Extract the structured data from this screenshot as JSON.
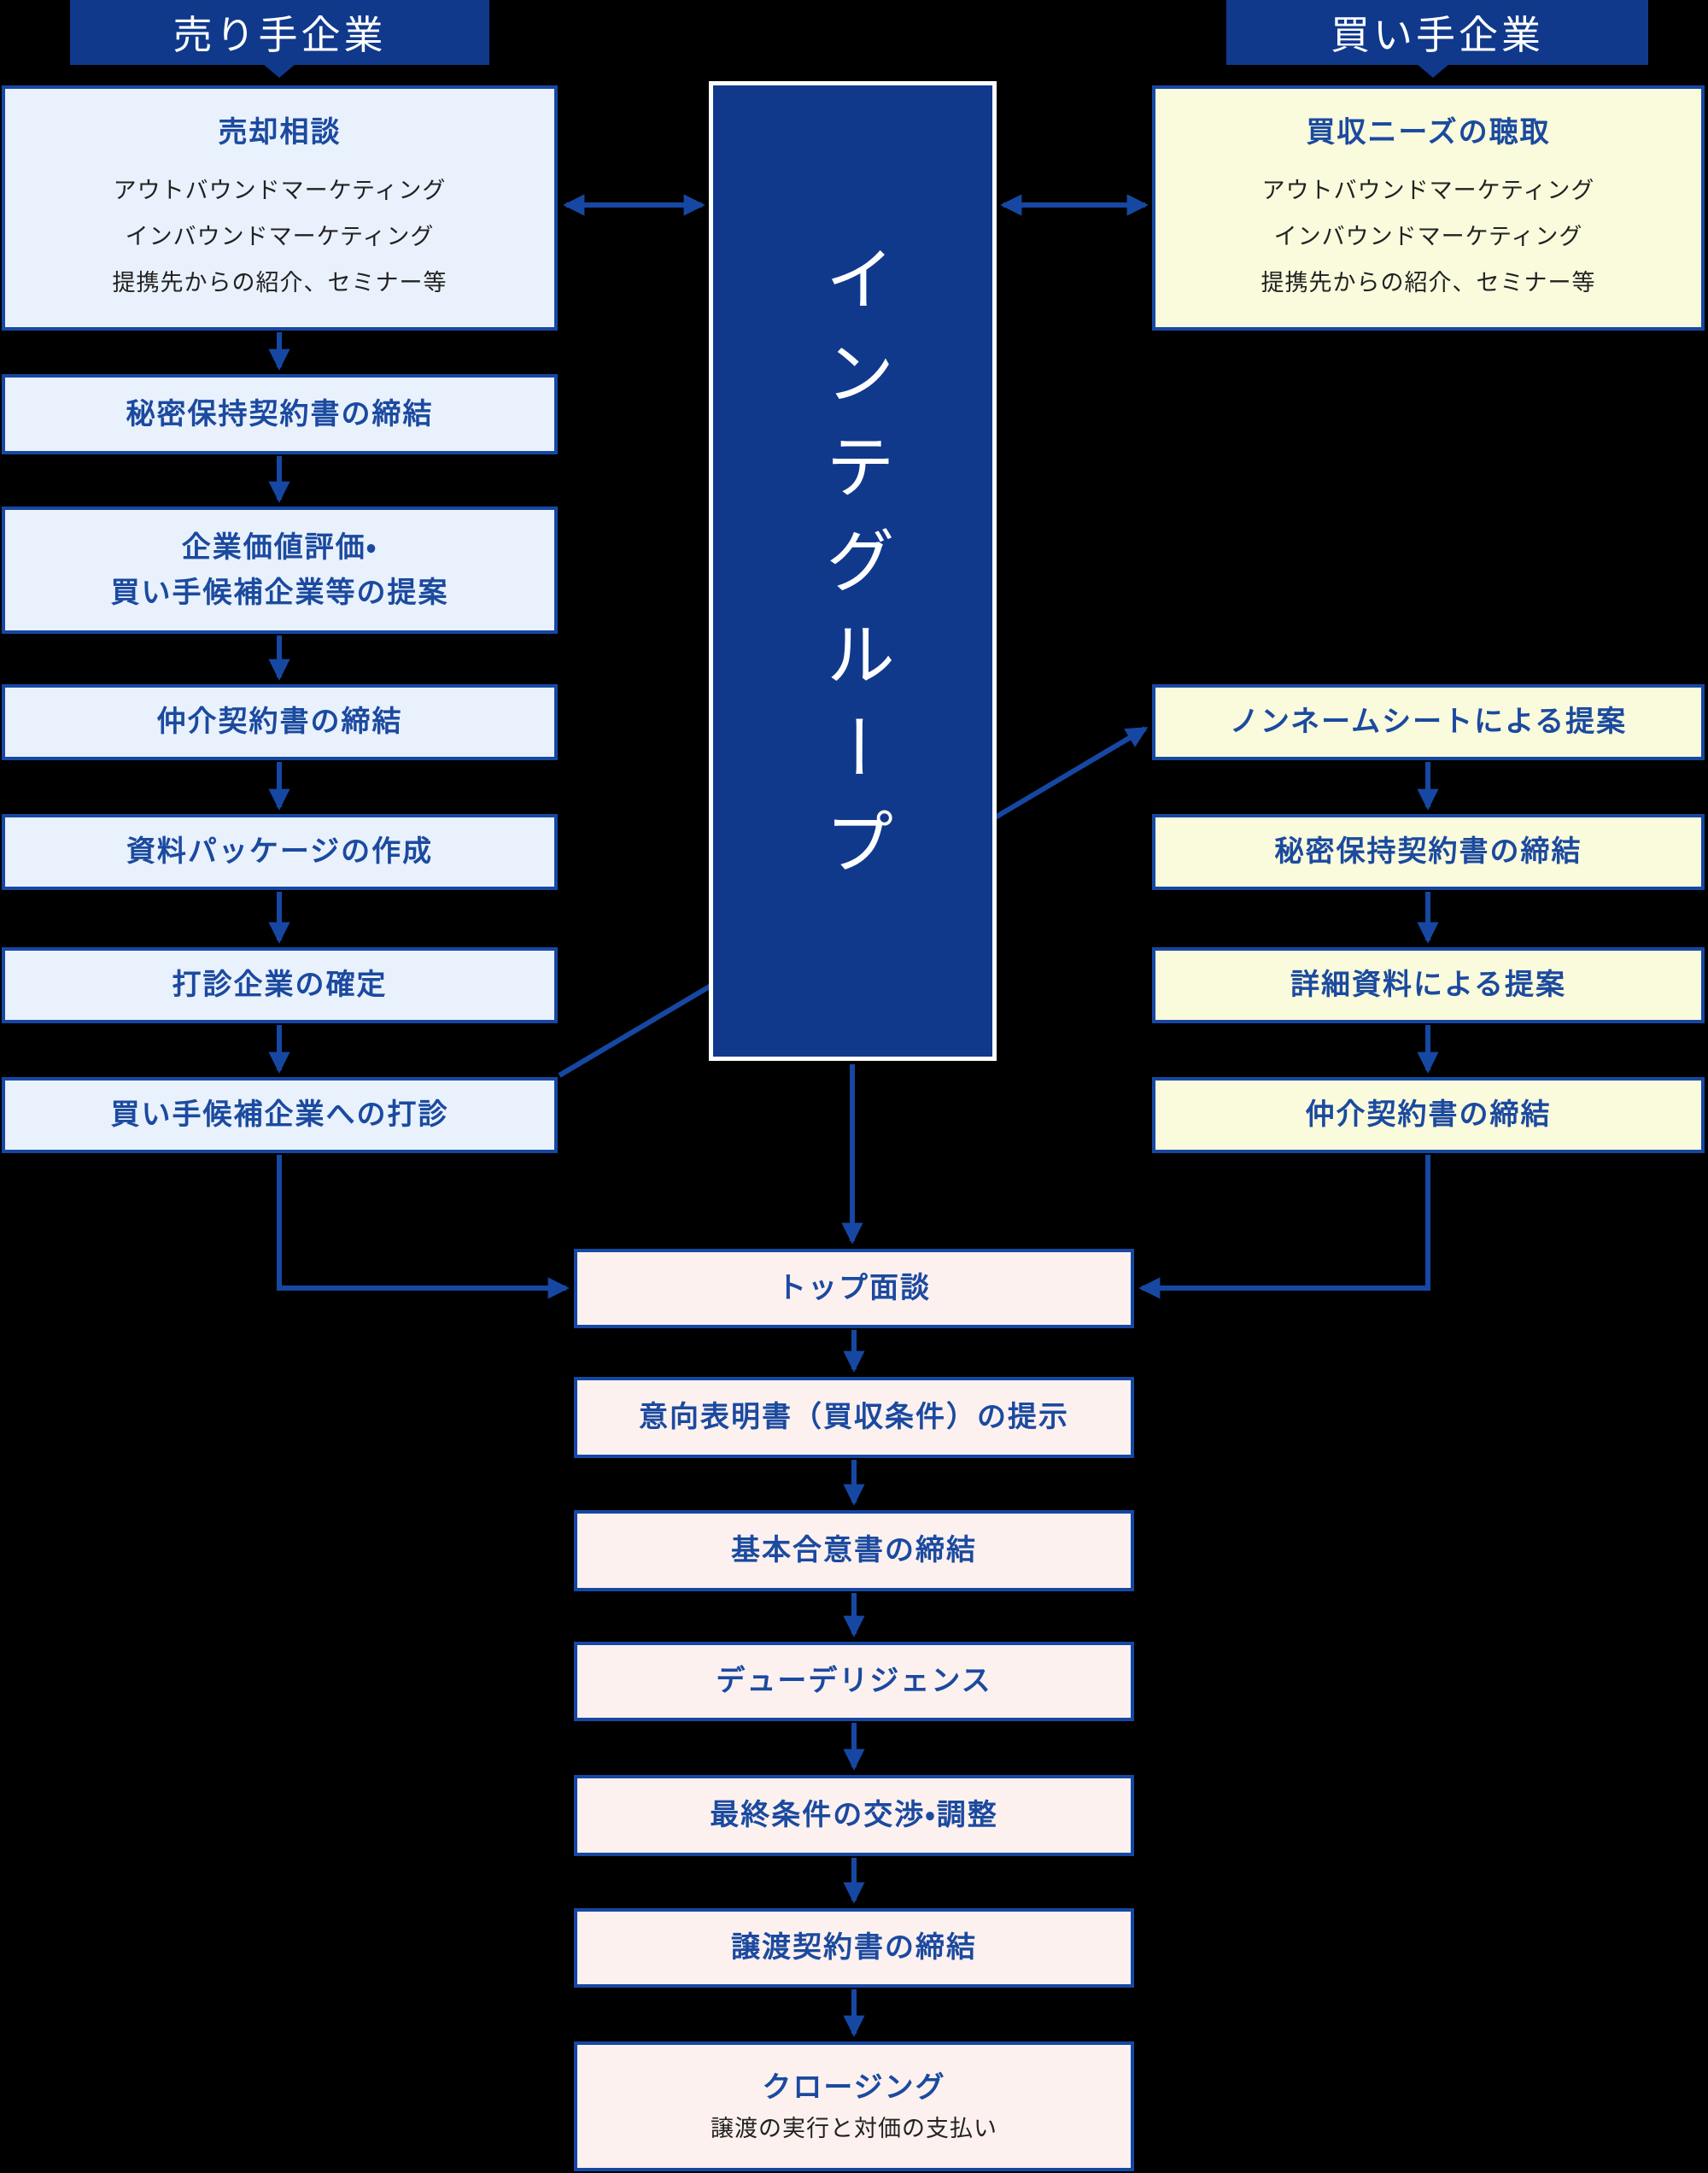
{
  "colors": {
    "background": "#000000",
    "navy": "#10398c",
    "light_blue": "#e9f1fc",
    "light_yellow": "#fafbdc",
    "light_pink": "#fdf1f0",
    "arrow_border_blue": "#1648a3",
    "title_blue": "#1b4a9f",
    "body_text": "#222222",
    "white": "#ffffff"
  },
  "left_lane": {
    "header": "売り手企業",
    "boxes": [
      {
        "title": "売却相談",
        "lines": [
          "アウトバウンドマーケティング",
          "インバウンドマーケティング",
          "提携先からの紹介、セミナー等"
        ]
      },
      {
        "title": "秘密保持契約書の締結"
      },
      {
        "line1": "企業価値評価・",
        "line2": "買い手候補企業等の提案"
      },
      {
        "title": "仲介契約書の締結"
      },
      {
        "title": "資料パッケージの作成"
      },
      {
        "title": "打診企業の確定"
      },
      {
        "title": "買い手候補企業への打診"
      }
    ]
  },
  "right_lane": {
    "header": "買い手企業",
    "boxes": [
      {
        "title": "買収ニーズの聴取",
        "lines": [
          "アウトバウンドマーケティング",
          "インバウンドマーケティング",
          "提携先からの紹介、セミナー等"
        ]
      },
      {
        "title": "ノンネームシートによる提案"
      },
      {
        "title": "秘密保持契約書の締結"
      },
      {
        "title": "詳細資料による提案"
      },
      {
        "title": "仲介契約書の締結"
      }
    ]
  },
  "center": {
    "label": "インテグループ"
  },
  "bottom_lane": {
    "boxes": [
      {
        "title": "トップ面談"
      },
      {
        "title": "意向表明書（買収条件）の提示"
      },
      {
        "title": "基本合意書の締結"
      },
      {
        "title": "デューデリジェンス"
      },
      {
        "title": "最終条件の交渉・調整"
      },
      {
        "title": "譲渡契約書の締結"
      },
      {
        "title": "クロージング",
        "subtitle": "譲渡の実行と対価の支払い"
      }
    ]
  }
}
